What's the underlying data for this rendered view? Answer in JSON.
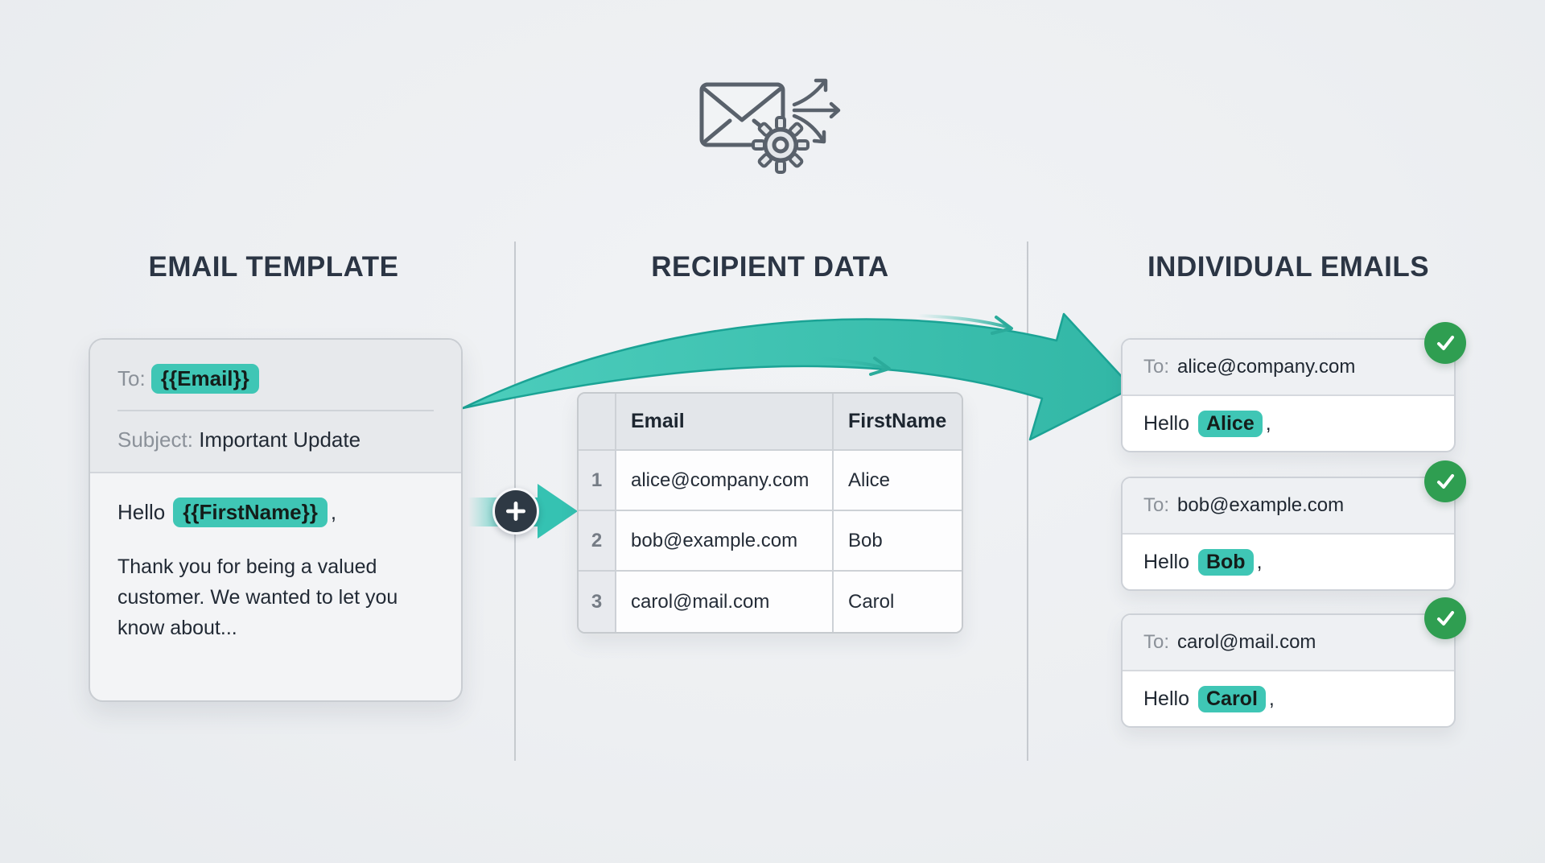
{
  "sections": {
    "template": {
      "title": "EMAIL TEMPLATE"
    },
    "recipients": {
      "title": "RECIPIENT DATA"
    },
    "output": {
      "title": "INDIVIDUAL EMAILS"
    }
  },
  "template_card": {
    "to_label": "To:",
    "to_value": "{{Email}}",
    "subject_label": "Subject:",
    "subject_value": "Important Update",
    "greeting_prefix": "Hello",
    "greeting_var": "{{FirstName}}",
    "greeting_punct": ",",
    "body_text": "Thank you for being a valued customer. We wanted to let you know about..."
  },
  "recipient_table": {
    "header_email": "Email",
    "header_first_name": "FirstName",
    "rows": [
      {
        "num": "1",
        "email": "alice@company.com",
        "first_name": "Alice"
      },
      {
        "num": "2",
        "email": "bob@example.com",
        "first_name": "Bob"
      },
      {
        "num": "3",
        "email": "carol@mail.com",
        "first_name": "Carol"
      }
    ]
  },
  "emails": [
    {
      "to_label": "To:",
      "to_value": "alice@company.com",
      "greeting_prefix": "Hello",
      "name": "Alice",
      "greeting_punct": ","
    },
    {
      "to_label": "To:",
      "to_value": "bob@example.com",
      "greeting_prefix": "Hello",
      "name": "Bob",
      "greeting_punct": ","
    },
    {
      "to_label": "To:",
      "to_value": "carol@mail.com",
      "greeting_prefix": "Hello",
      "name": "Carol",
      "greeting_punct": ","
    }
  ],
  "icons": {
    "header": "mail-merge-icon",
    "merge_badge": "plus-icon",
    "status": "check-icon"
  },
  "colors": {
    "accent_teal": "#3fc6b5",
    "swoosh_teal": "#3fc4b3",
    "success_green": "#2f9e51",
    "heading": "#2b3544",
    "badge_dark": "#2e3944"
  }
}
